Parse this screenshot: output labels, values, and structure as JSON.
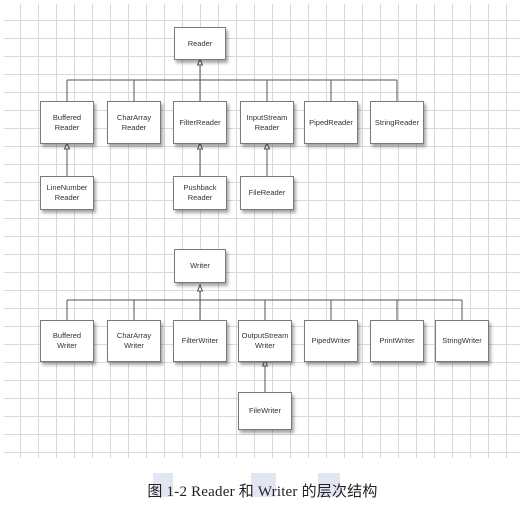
{
  "reader_tree": {
    "root": "Reader",
    "children": [
      {
        "label": "Buffered\nReader"
      },
      {
        "label": "CharArray\nReader"
      },
      {
        "label": "FilterReader"
      },
      {
        "label": "InputStream\nReader"
      },
      {
        "label": "PipedReader"
      },
      {
        "label": "StringReader"
      }
    ],
    "grandchildren": [
      {
        "label": "LineNumber\nReader",
        "parent": "Buffered\nReader"
      },
      {
        "label": "Pushback\nReader",
        "parent": "FilterReader"
      },
      {
        "label": "FileReader",
        "parent": "InputStream\nReader"
      }
    ]
  },
  "writer_tree": {
    "root": "Writer",
    "children": [
      {
        "label": "Buffered\nWriter"
      },
      {
        "label": "CharArray\nWriter"
      },
      {
        "label": "FilterWriter"
      },
      {
        "label": "OutputStream\nWriter"
      },
      {
        "label": "PipedWriter"
      },
      {
        "label": "PrintWriter"
      },
      {
        "label": "StringWriter"
      }
    ],
    "grandchildren": [
      {
        "label": "FileWriter",
        "parent": "OutputStream\nWriter"
      }
    ]
  },
  "caption": "图 1-2    Reader 和 Writer 的层次结构"
}
